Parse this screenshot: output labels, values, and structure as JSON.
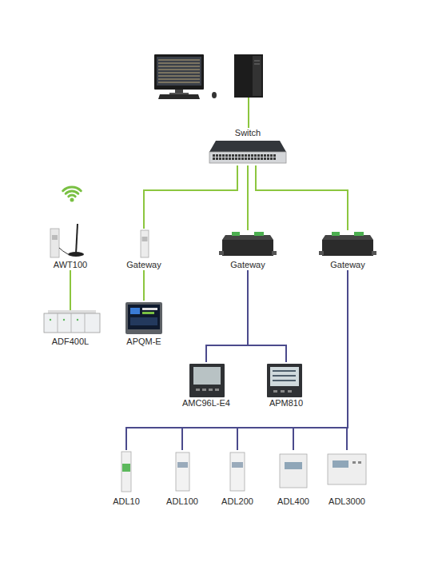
{
  "diagram": {
    "nodes": [
      {
        "text": [
          "Switch"
        ]
      },
      {
        "text": [
          "AWT100"
        ]
      },
      {
        "text": [
          "Gateway"
        ]
      },
      {
        "text": [
          "Gateway"
        ]
      },
      {
        "text": [
          "Gateway"
        ]
      },
      {
        "text": [
          "ADF400L"
        ]
      },
      {
        "text": [
          "APQM-E"
        ]
      },
      {
        "text": [
          "AMC96L-E4"
        ]
      },
      {
        "text": [
          "APM810"
        ]
      },
      {
        "text": [
          "ADL10"
        ]
      },
      {
        "text": [
          "ADL100"
        ]
      },
      {
        "text": [
          "ADL200"
        ]
      },
      {
        "text": [
          "ADL400"
        ]
      },
      {
        "text": [
          "ADL3000"
        ]
      }
    ],
    "edges": [
      {
        "from": 0,
        "to": 2,
        "arrow": "none"
      },
      {
        "from": 0,
        "to": 3,
        "arrow": "none"
      },
      {
        "from": 0,
        "to": 4,
        "arrow": "none"
      },
      {
        "from": 1,
        "to": 5,
        "arrow": "none"
      },
      {
        "from": 2,
        "to": 6,
        "arrow": "none"
      },
      {
        "from": 3,
        "to": 7,
        "arrow": "none"
      },
      {
        "from": 3,
        "to": 8,
        "arrow": "none"
      },
      {
        "from": 4,
        "to": 9,
        "arrow": "none"
      },
      {
        "from": 4,
        "to": 10,
        "arrow": "none"
      },
      {
        "from": 4,
        "to": 11,
        "arrow": "none"
      },
      {
        "from": 4,
        "to": 12,
        "arrow": "none"
      },
      {
        "from": 4,
        "to": 13,
        "arrow": "none"
      }
    ]
  }
}
